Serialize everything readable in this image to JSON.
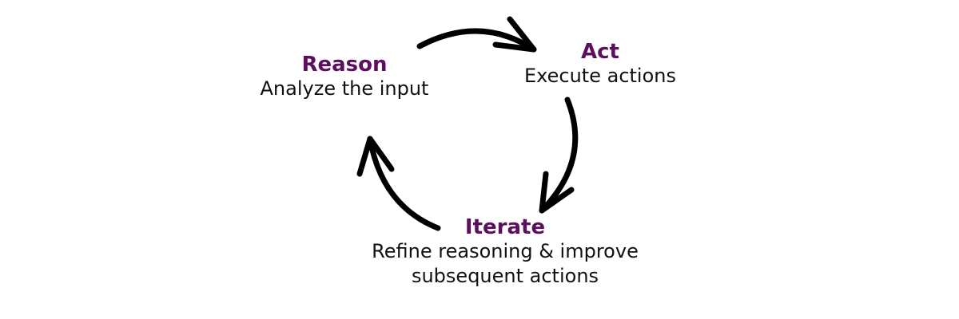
{
  "accent_color": "#5c0f5f",
  "text_color": "#111111",
  "arrow_color": "#000000",
  "nodes": {
    "reason": {
      "title": "Reason",
      "description": "Analyze the input"
    },
    "act": {
      "title": "Act",
      "description": "Execute actions"
    },
    "iterate": {
      "title": "Iterate",
      "description_line1": "Refine reasoning & improve",
      "description_line2": "subsequent actions"
    }
  }
}
